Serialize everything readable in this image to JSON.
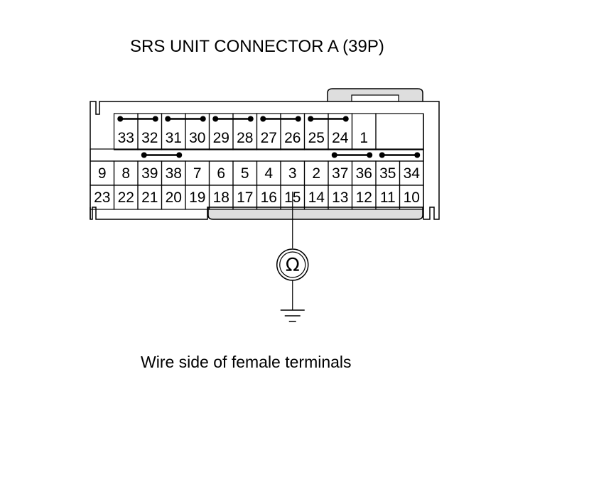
{
  "title": "SRS UNIT CONNECTOR A (39P)",
  "caption": "Wire side of female terminals",
  "meter_symbol": "Ω",
  "icons": [
    "ohmmeter-icon",
    "ground-icon"
  ],
  "connector": {
    "rows": [
      [
        "33",
        "32",
        "31",
        "30",
        "29",
        "28",
        "27",
        "26",
        "25",
        "24",
        "1"
      ],
      [
        "9",
        "8",
        "39",
        "38",
        "7",
        "6",
        "5",
        "4",
        "3",
        "2",
        "37",
        "36",
        "35",
        "34"
      ],
      [
        "23",
        "22",
        "21",
        "20",
        "19",
        "18",
        "17",
        "16",
        "15",
        "14",
        "13",
        "12",
        "11",
        "10"
      ]
    ],
    "jumpers": [
      [
        "33",
        "32"
      ],
      [
        "31",
        "30"
      ],
      [
        "29",
        "28"
      ],
      [
        "27",
        "26"
      ],
      [
        "25",
        "24"
      ],
      [
        "39",
        "38"
      ],
      [
        "37",
        "36"
      ],
      [
        "35",
        "34"
      ]
    ],
    "probe_pin": "15"
  }
}
